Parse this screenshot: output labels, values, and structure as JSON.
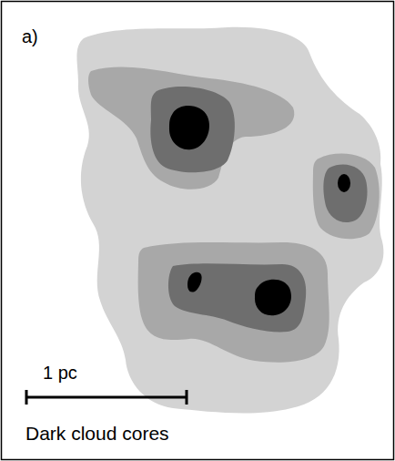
{
  "diagram": {
    "labels": [
      "a)",
      "1 pc",
      "Dark cloud cores"
    ]
  }
}
